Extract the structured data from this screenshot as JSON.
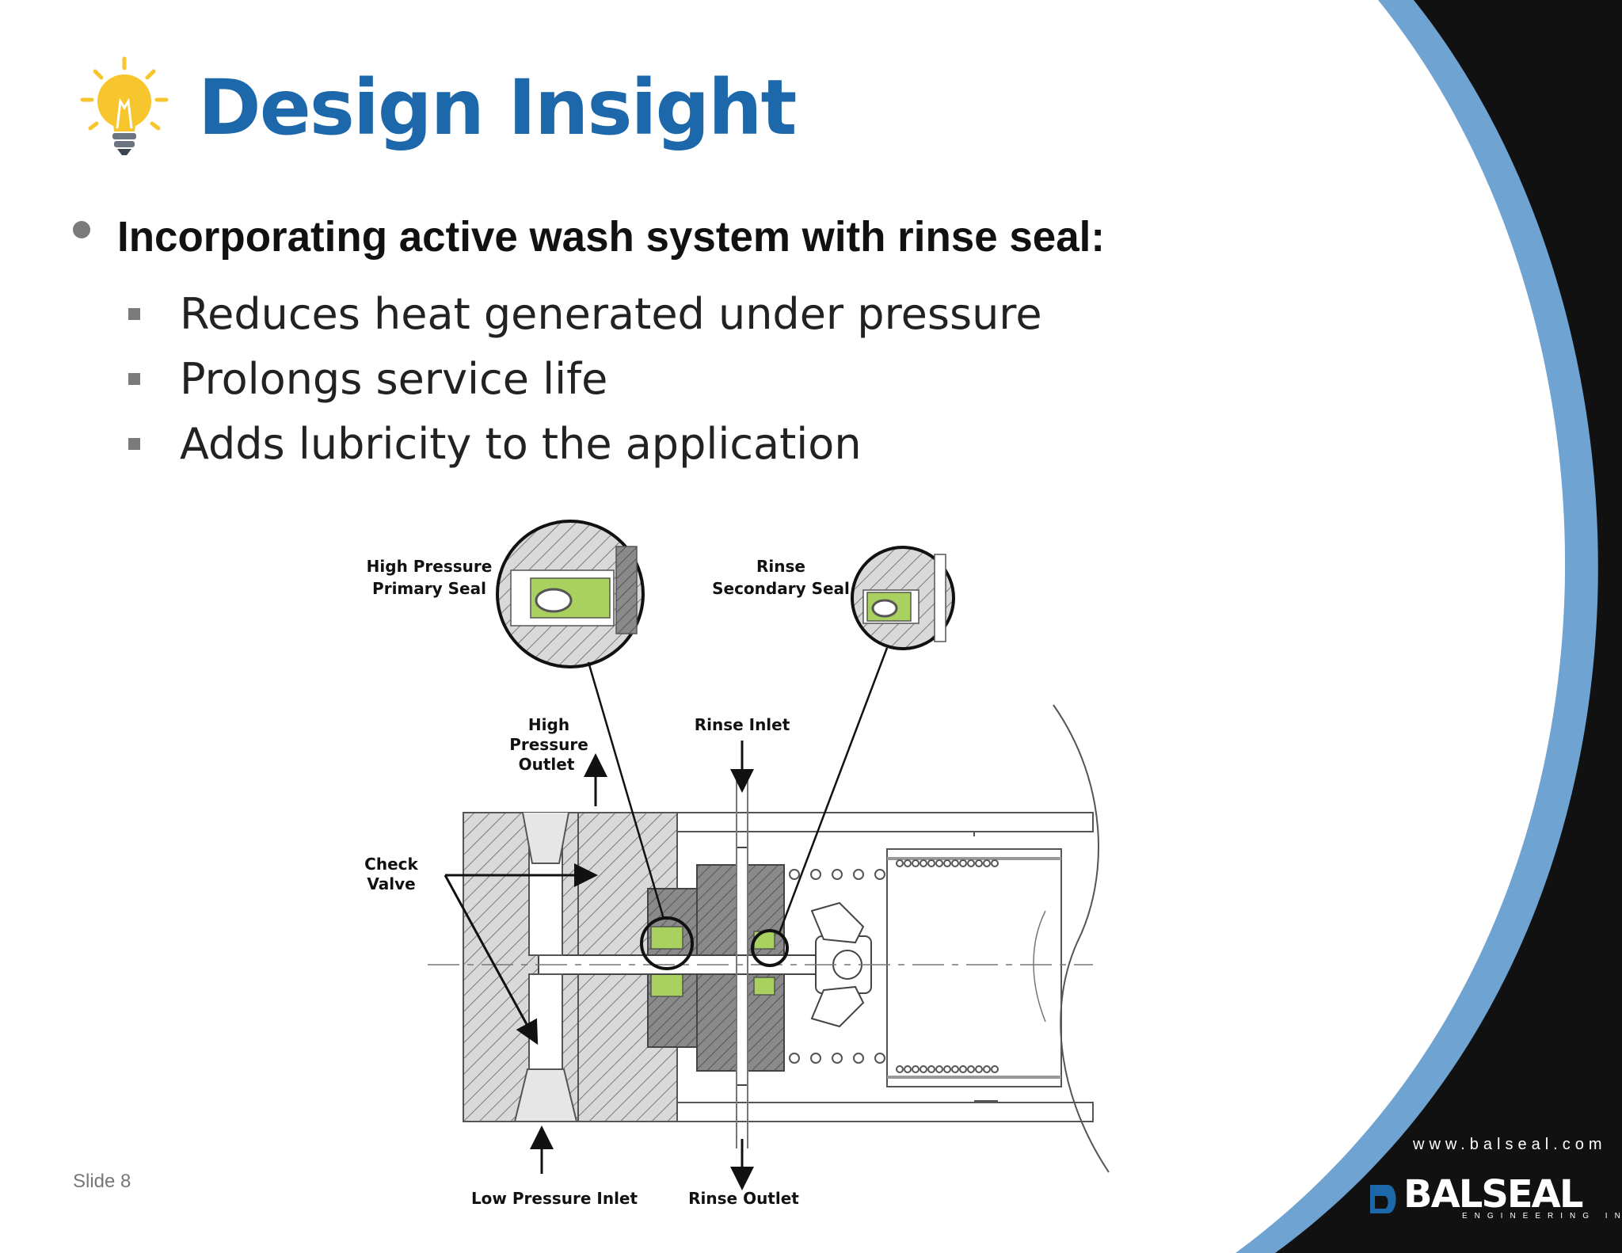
{
  "slide": {
    "title": "Design Insight",
    "heading": "Incorporating active wash system with rinse seal:",
    "points": [
      "Reduces heat generated under pressure",
      "Prolongs service life",
      "Adds lubricity to the application"
    ],
    "slide_number": "Slide 8"
  },
  "diagram": {
    "label_hp_seal_1": "High Pressure",
    "label_hp_seal_2": "Primary Seal",
    "label_rinse_seal_1": "Rinse",
    "label_rinse_seal_2": "Secondary Seal",
    "label_hp_outlet_1": "High",
    "label_hp_outlet_2": "Pressure",
    "label_hp_outlet_3": "Outlet",
    "label_rinse_inlet": "Rinse Inlet",
    "label_check_valve_1": "Check",
    "label_check_valve_2": "Valve",
    "label_low_pressure_inlet": "Low Pressure Inlet",
    "label_rinse_outlet": "Rinse Outlet"
  },
  "footer": {
    "url": "www.balseal.com",
    "logo_text": "BALSEAL",
    "logo_sub": "ENGINEERING INC."
  },
  "colors": {
    "title_blue": "#1d68aa",
    "accent_light_blue": "#6fa3d2",
    "panel_black": "#111111",
    "seal_green": "#a9d15f",
    "bulb_yellow": "#f7c62f"
  },
  "icons": [
    "lightbulb-icon",
    "balseal-logo-mark"
  ]
}
